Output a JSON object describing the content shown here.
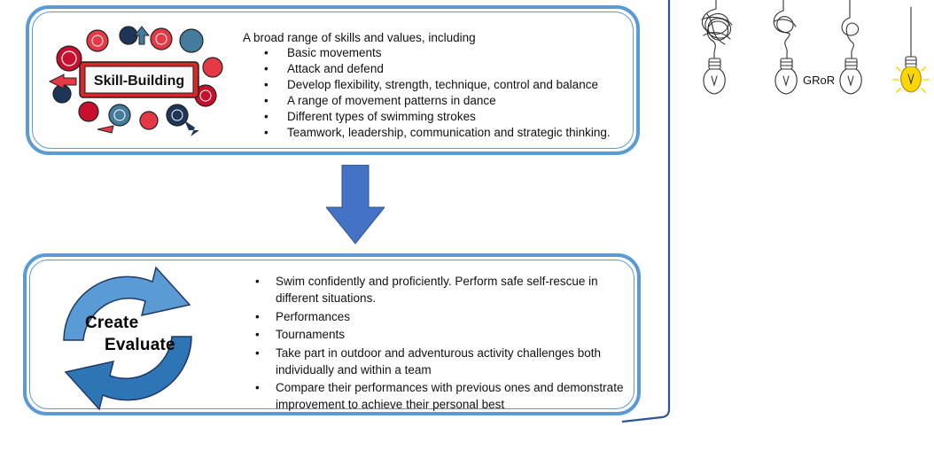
{
  "skill_building": {
    "badge_text": "Skill-Building",
    "intro": "A broad range of skills and values, including",
    "items": [
      "Basic movements",
      "Attack and defend",
      "Develop flexibility, strength, technique, control and balance",
      "A range of movement patterns in dance",
      "Different types of swimming strokes",
      "Teamwork, leadership, communication and strategic thinking."
    ]
  },
  "cycle": {
    "label_1": "Create",
    "label_2": "Evaluate"
  },
  "outcomes": {
    "items": [
      "Swim confidently and proficiently. Perform safe self-rescue in different situations.",
      "Performances",
      "Tournaments",
      "Take part in outdoor and adventurous activity challenges both individually and within a team",
      "Compare their performances with previous ones and demonstrate improvement to achieve their personal best"
    ]
  },
  "bulbs": {
    "label": "GRoR"
  },
  "colors": {
    "panel_border": "#5b9bd5",
    "arrow_fill": "#4472c4",
    "cycle_light": "#5b9bd5",
    "cycle_dark": "#2e75b6",
    "bulb_glow": "#ffd700"
  }
}
